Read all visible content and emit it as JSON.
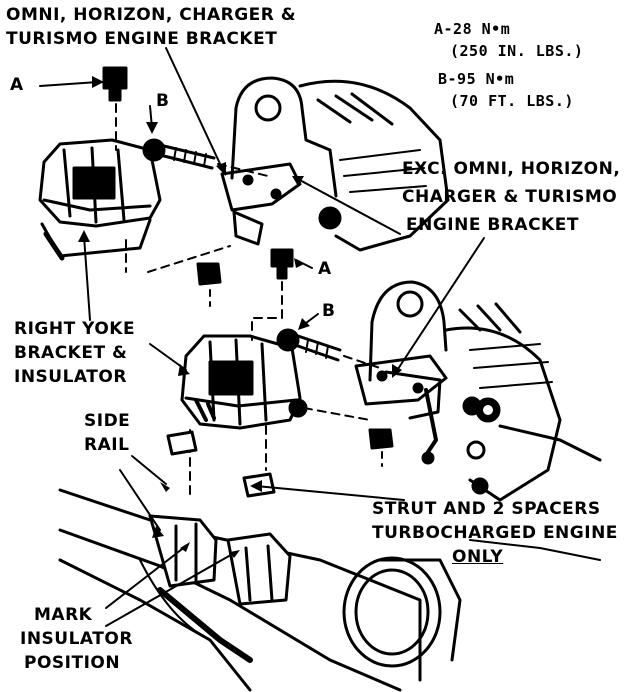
{
  "labels": {
    "bracket_top_1": "OMNI, HORIZON, CHARGER &",
    "bracket_top_2": "TURISMO ENGINE BRACKET",
    "exc_1": "EXC. OMNI, HORIZON,",
    "exc_2": "CHARGER & TURISMO",
    "exc_3": "ENGINE BRACKET",
    "yoke_1": "RIGHT YOKE",
    "yoke_2": "BRACKET &",
    "yoke_3": "INSULATOR",
    "rail_1": "SIDE",
    "rail_2": "RAIL",
    "mark_1": "MARK",
    "mark_2": "INSULATOR",
    "mark_3": "POSITION",
    "strut_1": "STRUT AND 2 SPACERS",
    "strut_2": "TURBOCHARGED ENGINE",
    "strut_3": "ONLY",
    "callout_a": "A",
    "callout_b": "B"
  },
  "specs": {
    "a_line1": "A-28 N•m",
    "a_line2": "(250 IN. LBS.)",
    "b_line1": "B-95 N•m",
    "b_line2": "(70 FT. LBS.)"
  }
}
